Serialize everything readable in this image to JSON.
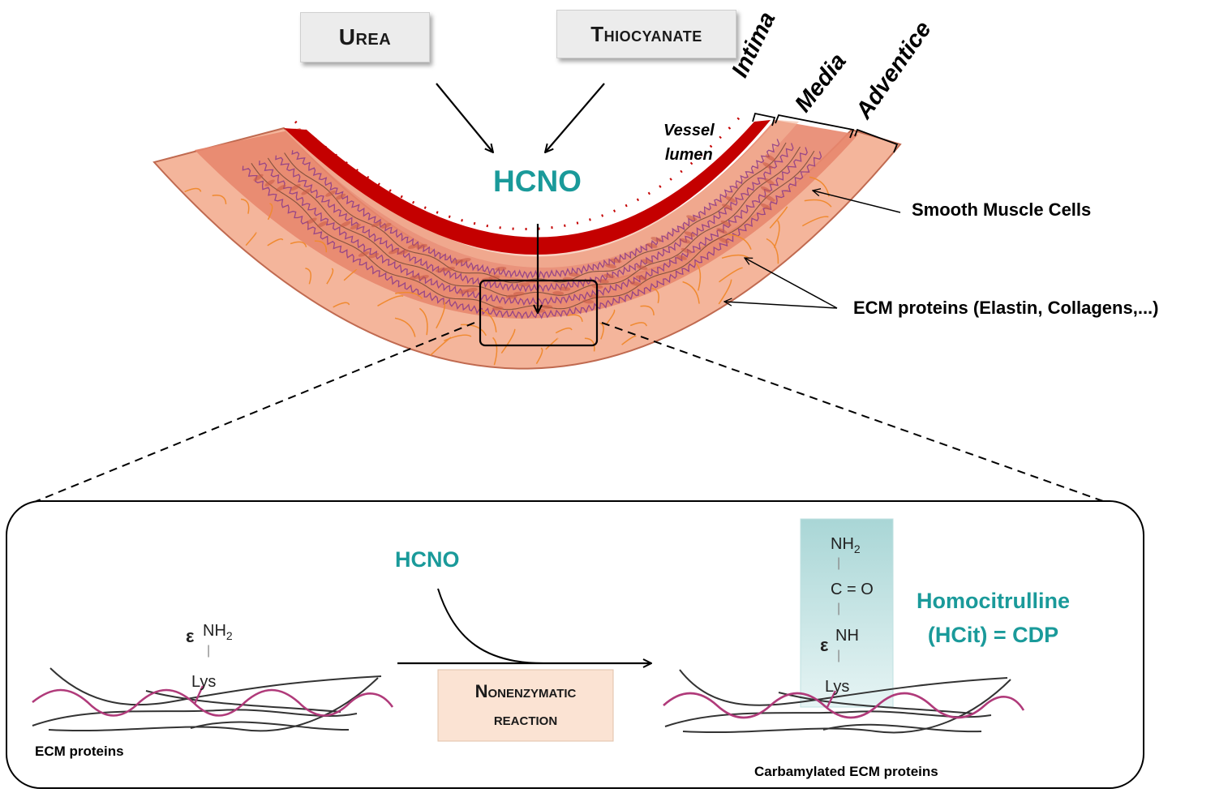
{
  "sources": {
    "urea": "Urea",
    "thiocyanate": "Thiocyanate"
  },
  "top_hcno": "HCNO",
  "layers": {
    "intima": "Intima",
    "media": "Media",
    "adventice": "Adventice"
  },
  "vessel_lumen": {
    "line1": "Vessel",
    "line2": "lumen"
  },
  "smooth_muscle_cells": "Smooth Muscle Cells",
  "ecm_proteins_label": "ECM proteins (Elastin, Collagens,...)",
  "panel": {
    "hcno": "HCNO",
    "reaction": {
      "line1": "Nonenzymatic",
      "line2": "reaction"
    },
    "left": {
      "epsilon": "ε",
      "nh2_base": "NH",
      "nh2_sub": "2",
      "bond": "|",
      "lys": "Lys",
      "caption": "ECM proteins"
    },
    "right": {
      "nh2_base": "NH",
      "nh2_sub": "2",
      "bond1": "|",
      "co": "C = O",
      "bond2": "|",
      "epsilon": "ε",
      "nh": "NH",
      "bond3": "|",
      "lys": "Lys",
      "caption": "Carbamylated ECM proteins"
    },
    "homocitrulline": {
      "line1": "Homocitrulline",
      "line2": "(HCit) = CDP"
    }
  },
  "colors": {
    "teal": "#1a9a9a",
    "adventitia_fill": "#f4b59b",
    "media_fill": "#e8876e",
    "intima_fill": "#c40000",
    "elastin": "#8a3a8a",
    "collagen_orange": "#f08a30",
    "magenta_fiber": "#b03a7a",
    "reaction_box": "#fbe3d3",
    "hcit_box": "#a8d8d8"
  }
}
